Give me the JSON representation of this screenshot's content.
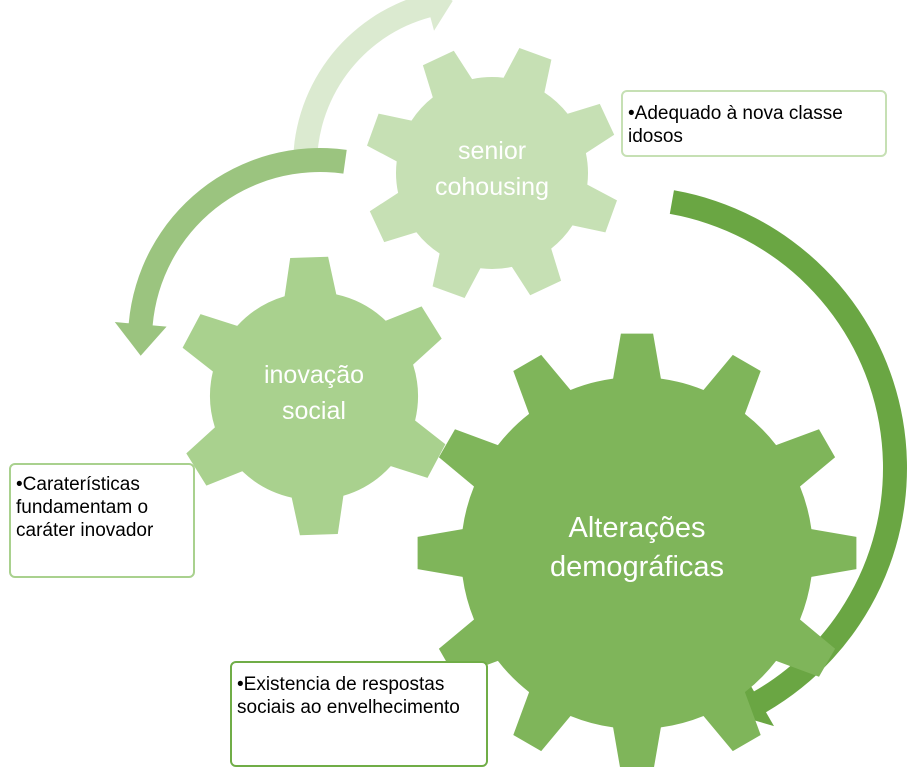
{
  "diagram": {
    "gears": [
      {
        "id": "senior",
        "lines": [
          "senior",
          "cohousing"
        ],
        "color": "#c6e0b4"
      },
      {
        "id": "inovacao",
        "lines": [
          "inovação",
          "social"
        ],
        "color": "#a9d18e"
      },
      {
        "id": "alteracoes",
        "lines": [
          "Alterações",
          "demográficas"
        ],
        "color": "#7fb55a"
      }
    ],
    "arrow_colors": {
      "top": "#dbead0",
      "left": "#9bc47f",
      "right": "#6aa643"
    },
    "notes": {
      "top": {
        "bullet": "•",
        "text": "Adequado à nova classe idosos",
        "border_color": "#c6e0b4"
      },
      "left": {
        "bullet": "•",
        "text": "Caraterísticas fundamentam o caráter inovador",
        "border_color": "#a9d18e"
      },
      "bottom": {
        "bullet": "•",
        "text": "Existencia de respostas sociais ao envelhecimento",
        "border_color": "#70ad47"
      }
    }
  }
}
